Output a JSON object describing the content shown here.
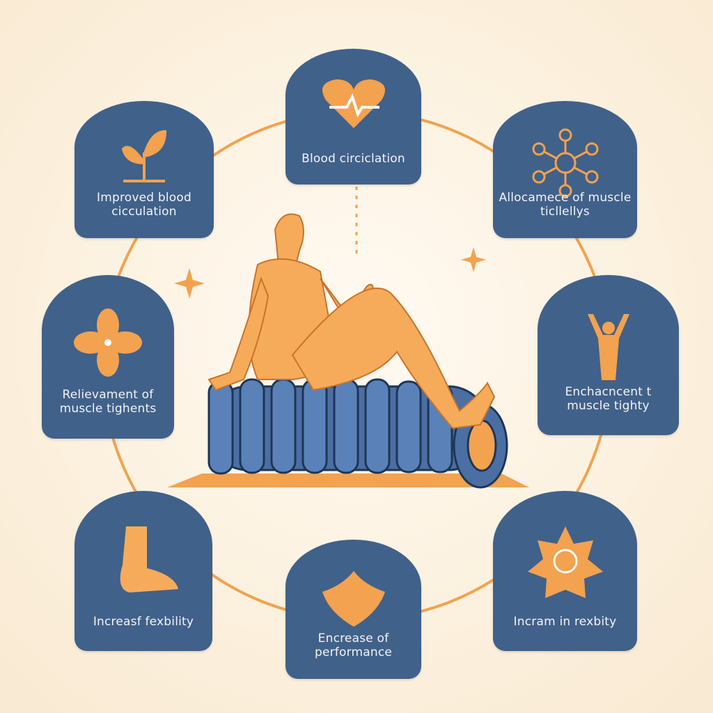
{
  "colors": {
    "card": "#40618a",
    "accent": "#f3a24f",
    "background": "#fcf1df"
  },
  "cards": [
    {
      "label": "Improved blood cicculation",
      "icon": "sprout-icon"
    },
    {
      "label": "Blood circiclation",
      "icon": "heartbeat-icon"
    },
    {
      "label": "Allocamece of muscle ticllellys",
      "icon": "network-icon"
    },
    {
      "label": "Relievament of muscle tighents",
      "icon": "flower-icon"
    },
    {
      "label": "Enchacncent t muscle tighty",
      "icon": "flexing-torso-icon"
    },
    {
      "label": "Increasf fexbility",
      "icon": "foot-icon"
    },
    {
      "label": "Encrease of performance",
      "icon": "leaf-shape-icon"
    },
    {
      "label": "Incram in rexbity",
      "icon": "star-badge-icon"
    }
  ],
  "center": {
    "illustration": "person-on-foam-roller"
  }
}
